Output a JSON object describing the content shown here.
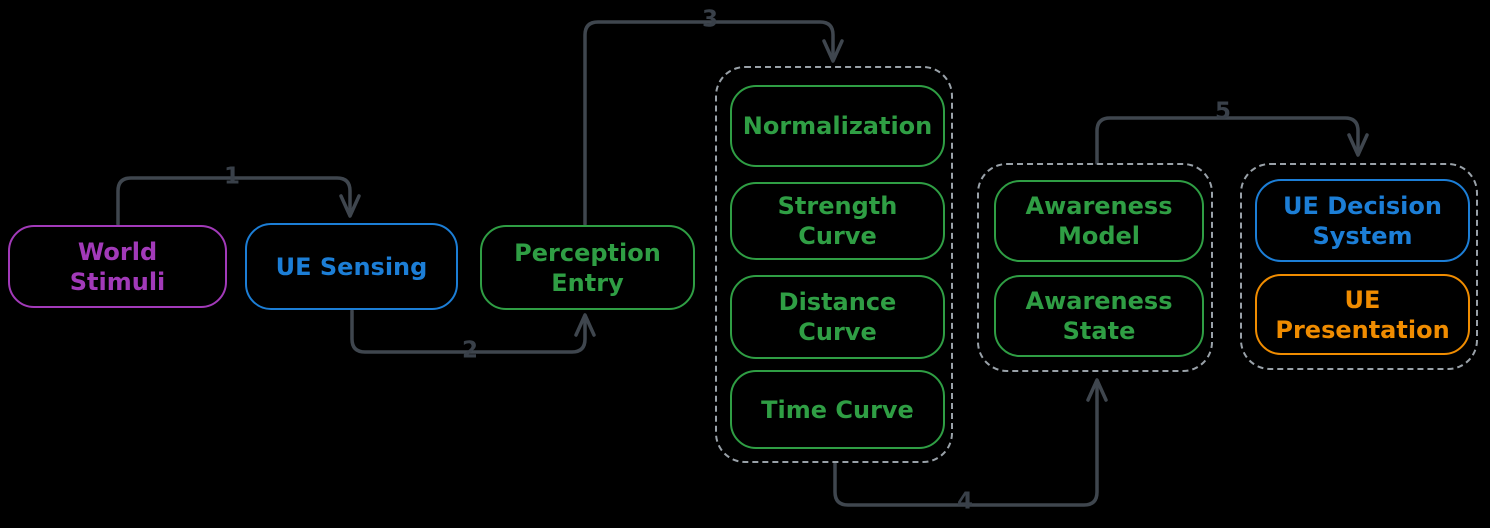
{
  "diagram": {
    "background": "#000000",
    "nodes": {
      "world_stimuli": {
        "label": "World Stimuli",
        "color": "#a23ab9"
      },
      "ue_sensing": {
        "label": "UE Sensing",
        "color": "#1c7ed6"
      },
      "perception_entry": {
        "label": "Perception Entry",
        "color": "#2f9e44"
      },
      "normalization": {
        "label": "Normalization",
        "color": "#2f9e44"
      },
      "strength_curve": {
        "label": "Strength Curve",
        "color": "#2f9e44"
      },
      "distance_curve": {
        "label": "Distance Curve",
        "color": "#2f9e44"
      },
      "time_curve": {
        "label": "Time Curve",
        "color": "#2f9e44"
      },
      "awareness_model": {
        "label": "Awareness Model",
        "color": "#2f9e44"
      },
      "awareness_state": {
        "label": "Awareness State",
        "color": "#2f9e44"
      },
      "ue_decision_system": {
        "label": "UE Decision System",
        "color": "#1c7ed6"
      },
      "ue_presentation": {
        "label": "UE Presentation",
        "color": "#f08c00"
      }
    },
    "groups": {
      "group_a": {
        "children": [
          "normalization",
          "strength_curve",
          "distance_curve",
          "time_curve"
        ]
      },
      "group_b": {
        "children": [
          "awareness_model",
          "awareness_state"
        ]
      },
      "group_c": {
        "children": [
          "ue_decision_system",
          "ue_presentation"
        ]
      }
    },
    "edges": [
      {
        "label": "1",
        "from": "world_stimuli",
        "to": "ue_sensing"
      },
      {
        "label": "2",
        "from": "ue_sensing",
        "to": "perception_entry"
      },
      {
        "label": "3",
        "from": "perception_entry",
        "to": "group_a"
      },
      {
        "label": "4",
        "from": "group_a",
        "to": "group_b"
      },
      {
        "label": "5",
        "from": "group_b",
        "to": "group_c"
      }
    ],
    "colors": {
      "purple": "#a23ab9",
      "blue": "#1c7ed6",
      "green": "#2f9e44",
      "orange": "#f08c00",
      "arrow": "#3f464e",
      "dashed_border": "#99a1a8",
      "background": "#000000"
    }
  }
}
